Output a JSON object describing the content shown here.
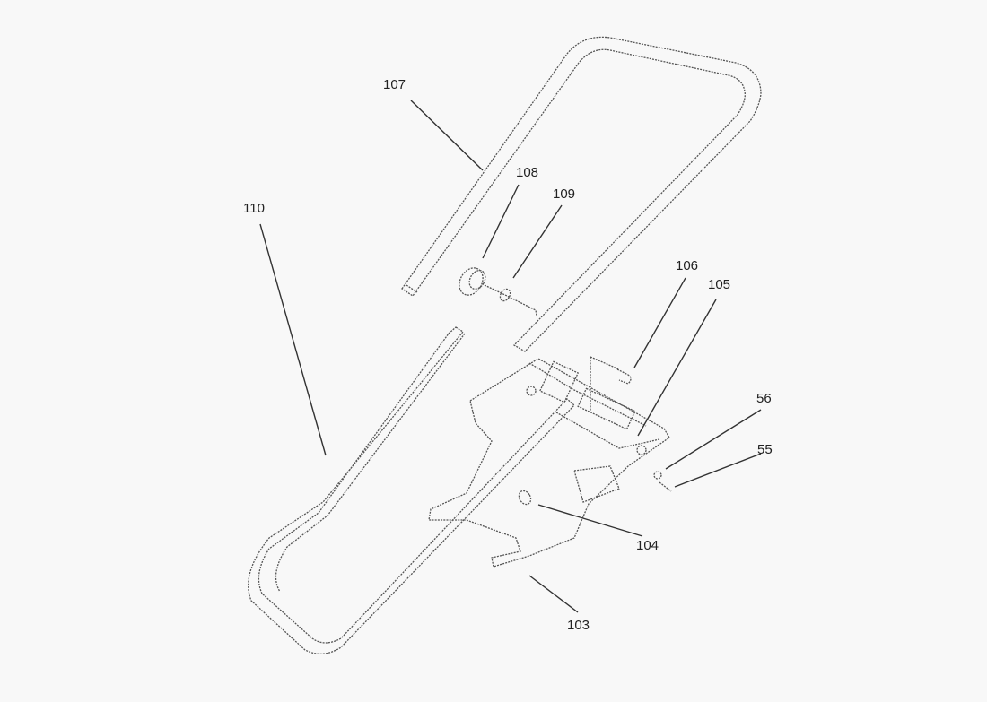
{
  "diagram": {
    "type": "exploded parts diagram",
    "callouts": [
      {
        "id": "c107",
        "label": "107"
      },
      {
        "id": "c108",
        "label": "108"
      },
      {
        "id": "c109",
        "label": "109"
      },
      {
        "id": "c110",
        "label": "110"
      },
      {
        "id": "c106",
        "label": "106"
      },
      {
        "id": "c105",
        "label": "105"
      },
      {
        "id": "c56",
        "label": "56"
      },
      {
        "id": "c55",
        "label": "55"
      },
      {
        "id": "c104",
        "label": "104"
      },
      {
        "id": "c103",
        "label": "103"
      }
    ]
  }
}
